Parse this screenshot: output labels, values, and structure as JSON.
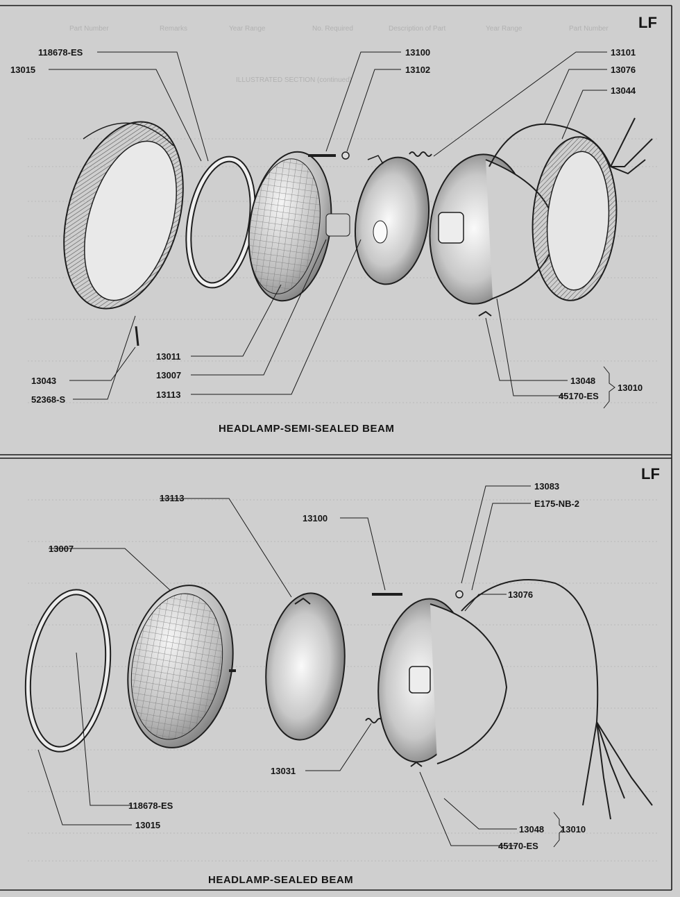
{
  "panels": [
    {
      "id": "semi",
      "code": "LF",
      "title": "HEADLAMP-SEMI-SEALED BEAM",
      "labels": {
        "p118678es": "118678-ES",
        "p13015": "13015",
        "p13100": "13100",
        "p13102": "13102",
        "p13101": "13101",
        "p13076": "13076",
        "p13044": "13044",
        "p13011": "13011",
        "p13007": "13007",
        "p13113": "13113",
        "p13043": "13043",
        "p52368s": "52368-S",
        "p13048": "13048",
        "p13010": "13010",
        "p45170es": "45170-ES"
      }
    },
    {
      "id": "sealed",
      "code": "LF",
      "title": "HEADLAMP-SEALED BEAM",
      "labels": {
        "p13083": "13083",
        "pE175": "E175-NB-2",
        "p13113": "13113",
        "p13100": "13100",
        "p13007": "13007",
        "p13076": "13076",
        "p13031": "13031",
        "p118678es": "118678-ES",
        "p13015": "13015",
        "p13048": "13048",
        "p13010": "13010",
        "p45170es": "45170-ES"
      }
    }
  ],
  "background_header": {
    "columns": [
      "Part Number",
      "Remarks",
      "Year Range",
      "No. Required",
      "Description of Part",
      "Year Range",
      "Part Number"
    ],
    "section": "ILLUSTRATED SECTION (continued)"
  },
  "colors": {
    "paper": "#cfcfcf",
    "ink": "#141414",
    "ghost_print": "#9a9a9a"
  }
}
